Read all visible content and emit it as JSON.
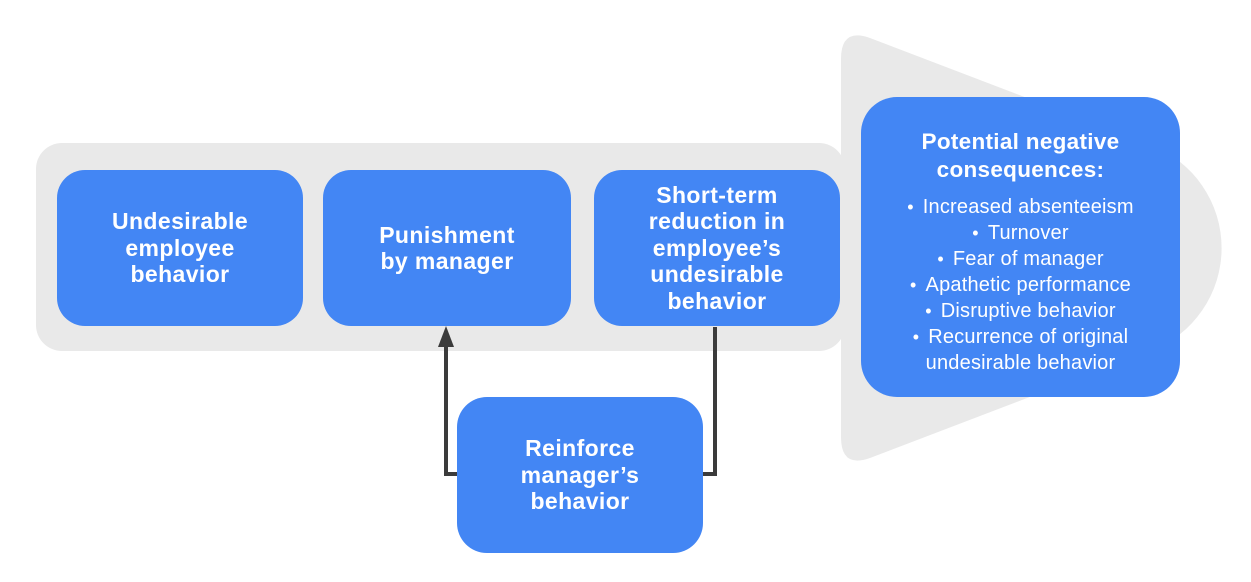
{
  "colors": {
    "box-blue": "#4386f4",
    "shape-gray": "#e9e9e9",
    "connector-dark": "#3b3b3b",
    "text-white": "#ffffff",
    "background": "#ffffff"
  },
  "flow": {
    "step1": {
      "line1": "Undesirable",
      "line2": "employee",
      "line3": "behavior"
    },
    "step2": {
      "line1": "Punishment",
      "line2": "by manager"
    },
    "step3": {
      "line1": "Short-term",
      "line2": "reduction in",
      "line3": "employee’s",
      "line4": "undesirable",
      "line5": "behavior"
    },
    "feedback": {
      "line1": "Reinforce",
      "line2": "manager’s",
      "line3": "behavior"
    }
  },
  "consequences": {
    "heading_line1": "Potential negative",
    "heading_line2": "consequences:",
    "bullet_char": "•",
    "items": [
      "Increased absenteeism",
      "Turnover",
      "Fear of manager",
      "Apathetic performance",
      "Disruptive behavior",
      "Recurrence of original undesirable behavior"
    ]
  }
}
